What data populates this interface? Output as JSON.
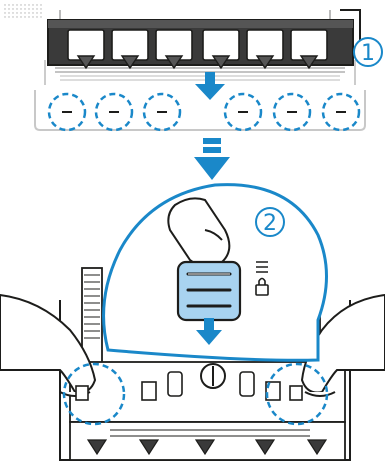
{
  "figure": {
    "steps": [
      {
        "number": "1",
        "description": "unlatch-tray-clips"
      },
      {
        "number": "2",
        "description": "press-lock-button"
      }
    ]
  },
  "colors": {
    "accent_blue": "#1a88c9",
    "light_blue": "#a8d3f0",
    "line_dark": "#1d1d1b",
    "gray_fill": "#3a3a3a"
  },
  "icons": [
    "down-arrow-icon",
    "lock-icon",
    "grip-lines-icon"
  ]
}
